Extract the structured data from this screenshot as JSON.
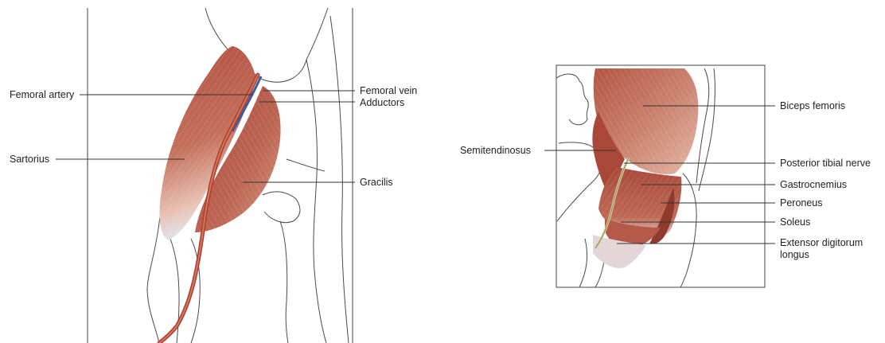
{
  "colors": {
    "muscle_dark": "#a2453a",
    "muscle_mid": "#c06a57",
    "muscle_light": "#ecc3b3",
    "artery": "#c0533f",
    "vein": "#3b5c9e",
    "nerve": "#d8d2a0",
    "tendon": "#dce8f3",
    "outline": "#4a4a4a"
  },
  "anterior_view": {
    "labels": {
      "femoral_artery": "Femoral artery",
      "femoral_vein": "Femoral vein",
      "adductors": "Adductors",
      "sartorius": "Sartorius",
      "gracilis": "Gracilis"
    }
  },
  "lateral_view": {
    "labels": {
      "biceps_femoris": "Biceps femoris",
      "semitendinosus": "Semitendinosus",
      "posterior_tibial_nerve": "Posterior tibial nerve",
      "gastrocnemius": "Gastrocnemius",
      "peroneus": "Peroneus",
      "soleus": "Soleus",
      "extensor_digitorum_longus": "Extensor digitorum longus"
    }
  }
}
